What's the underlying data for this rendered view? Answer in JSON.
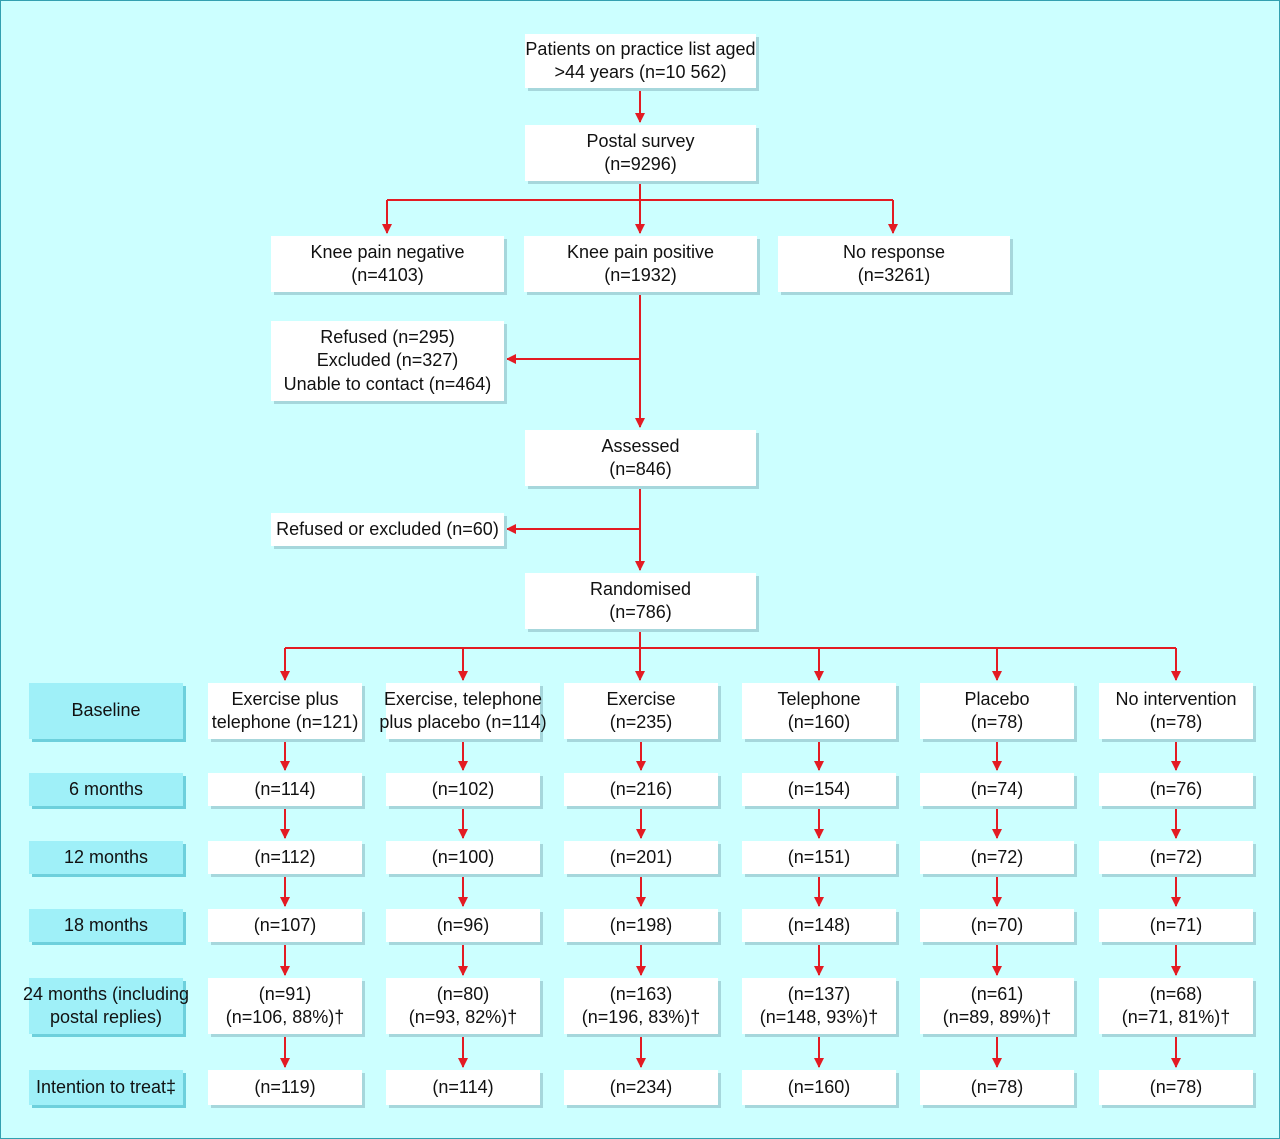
{
  "colors": {
    "background": "#ccffff",
    "box": "#ffffff",
    "label_box": "#9ff0f8",
    "arrow": "#e31b23"
  },
  "top": {
    "practice": [
      "Patients on practice list aged",
      ">44 years (n=10 562)"
    ],
    "survey": [
      "Postal survey",
      "(n=9296)"
    ],
    "negative": [
      "Knee pain negative",
      "(n=4103)"
    ],
    "positive": [
      "Knee pain positive",
      "(n=1932)"
    ],
    "noresponse": [
      "No response",
      "(n=3261)"
    ],
    "refused1": [
      "Refused (n=295)",
      "Excluded (n=327)",
      "Unable to contact (n=464)"
    ],
    "assessed": [
      "Assessed",
      "(n=846)"
    ],
    "refused2": [
      "Refused or excluded (n=60)"
    ],
    "randomised": [
      "Randomised",
      "(n=786)"
    ]
  },
  "rows": [
    {
      "label": [
        "Baseline"
      ],
      "cells": [
        [
          "Exercise plus",
          "telephone (n=121)"
        ],
        [
          "Exercise, telephone",
          "plus placebo (n=114)"
        ],
        [
          "Exercise",
          "(n=235)"
        ],
        [
          "Telephone",
          "(n=160)"
        ],
        [
          "Placebo",
          "(n=78)"
        ],
        [
          "No intervention",
          "(n=78)"
        ]
      ]
    },
    {
      "label": [
        "6 months"
      ],
      "cells": [
        [
          "(n=114)"
        ],
        [
          "(n=102)"
        ],
        [
          "(n=216)"
        ],
        [
          "(n=154)"
        ],
        [
          "(n=74)"
        ],
        [
          "(n=76)"
        ]
      ]
    },
    {
      "label": [
        "12 months"
      ],
      "cells": [
        [
          "(n=112)"
        ],
        [
          "(n=100)"
        ],
        [
          "(n=201)"
        ],
        [
          "(n=151)"
        ],
        [
          "(n=72)"
        ],
        [
          "(n=72)"
        ]
      ]
    },
    {
      "label": [
        "18 months"
      ],
      "cells": [
        [
          "(n=107)"
        ],
        [
          "(n=96)"
        ],
        [
          "(n=198)"
        ],
        [
          "(n=148)"
        ],
        [
          "(n=70)"
        ],
        [
          "(n=71)"
        ]
      ]
    },
    {
      "label": [
        "24 months (including",
        "postal replies)"
      ],
      "cells": [
        [
          "(n=91)",
          "(n=106, 88%)†"
        ],
        [
          "(n=80)",
          "(n=93, 82%)†"
        ],
        [
          "(n=163)",
          "(n=196, 83%)†"
        ],
        [
          "(n=137)",
          "(n=148, 93%)†"
        ],
        [
          "(n=61)",
          "(n=89, 89%)†"
        ],
        [
          "(n=68)",
          "(n=71, 81%)†"
        ]
      ]
    },
    {
      "label": [
        "Intention to treat‡"
      ],
      "cells": [
        [
          "(n=119)"
        ],
        [
          "(n=114)"
        ],
        [
          "(n=234)"
        ],
        [
          "(n=160)"
        ],
        [
          "(n=78)"
        ],
        [
          "(n=78)"
        ]
      ]
    }
  ]
}
